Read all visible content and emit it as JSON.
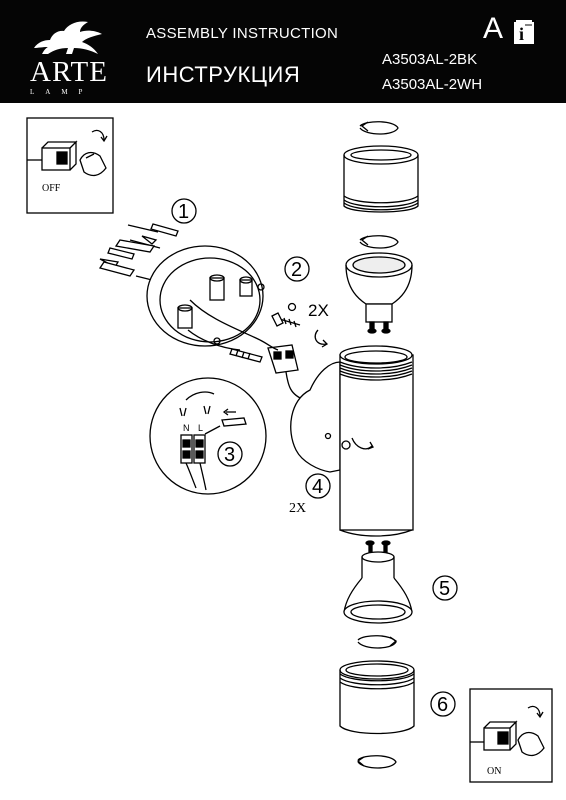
{
  "header": {
    "brand": "ARTE",
    "brand_sub": "LAMP",
    "title_en": "ASSEMBLY INSTRUCTION",
    "title_ru": "ИНСТРУКЦИЯ",
    "models": [
      "A3503AL-2BK",
      "A3503AL-2WH"
    ],
    "class_letter": "A",
    "info_icon": "info-book-icon"
  },
  "diagram": {
    "switch_off_label": "OFF",
    "switch_on_label": "ON",
    "steps": [
      "1",
      "2",
      "3",
      "4",
      "5",
      "6"
    ],
    "screws_qty_label": "2X",
    "body_screws_qty_label": "2X",
    "terminal_labels": {
      "neutral": "N",
      "live": "L"
    }
  },
  "colors": {
    "header_bg": "#050505",
    "ink": "#000000",
    "paper": "#ffffff"
  }
}
